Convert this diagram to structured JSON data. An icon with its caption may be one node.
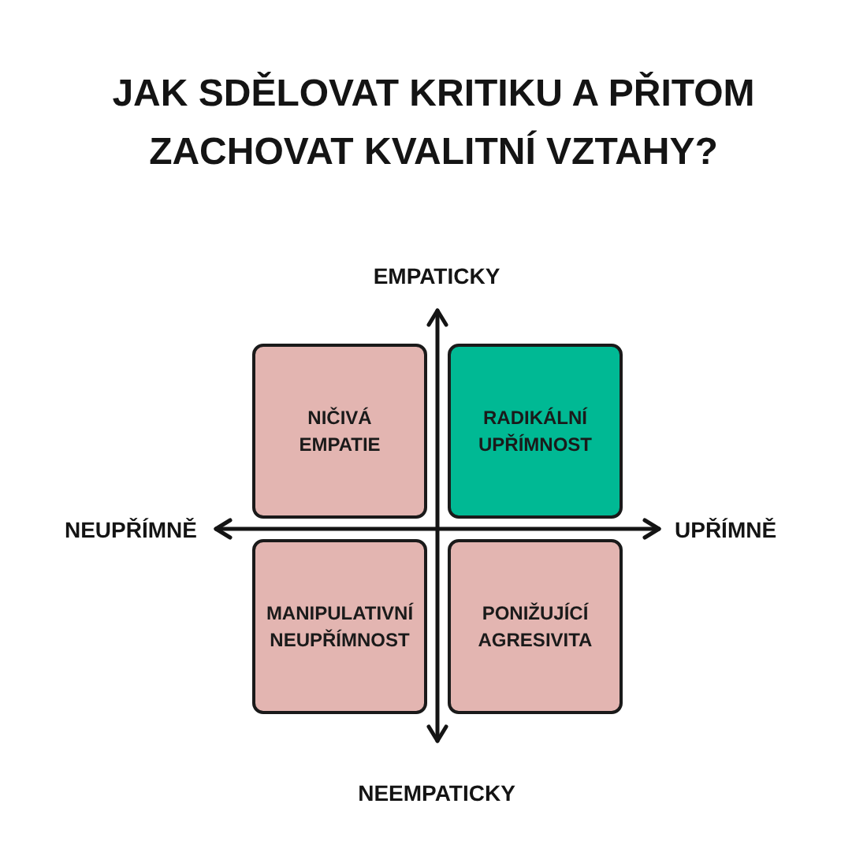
{
  "diagram": {
    "title": "JAK SDĚLOVAT KRITIKU A PŘITOM ZACHOVAT KVALITNÍ VZTAHY?",
    "nodes": [
      {
        "text": [
          "NIČIVÁ EMPATIE"
        ]
      },
      {
        "text": [
          "RADIKÁLNÍ UPŘÍMNOST"
        ]
      },
      {
        "text": [
          "MANIPULATIVNÍ NEUPŘÍMNOST"
        ]
      },
      {
        "text": [
          "PONIŽUJÍCÍ AGRESIVITA"
        ]
      }
    ],
    "labels": [
      "EMPATICKY",
      "NEUPŘÍMNĚ",
      "UPŘÍMNĚ",
      "NEEMPATICKY"
    ]
  }
}
